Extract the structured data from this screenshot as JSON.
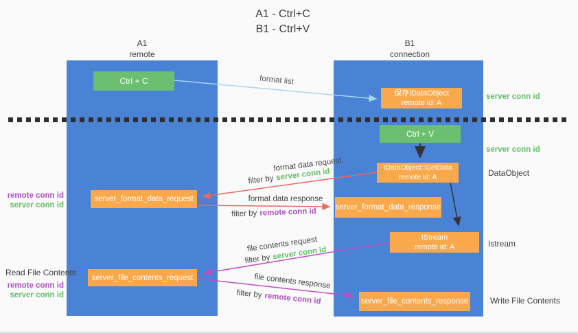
{
  "title": {
    "line1": "A1 - Ctrl+C",
    "line2": "B1 - Ctrl+V"
  },
  "lanes": {
    "left": {
      "name": "A1",
      "subtitle": "remote"
    },
    "right": {
      "name": "B1",
      "subtitle": "connection"
    }
  },
  "nodes": {
    "ctrl_c": {
      "label": "Ctrl + C"
    },
    "ctrl_v": {
      "label": "Ctrl + V"
    },
    "save_dataobject": {
      "line1": "保存IDataObject",
      "line2": "remote id: A"
    },
    "getdata": {
      "line1": "IDataObject::GetData",
      "line2": "remote id: A"
    },
    "istream": {
      "line1": "IStream",
      "line2": "remote id: A"
    },
    "server_format_data_request": {
      "label": "server_format_data_request"
    },
    "server_format_data_response": {
      "label": "server_format_data_response"
    },
    "server_file_contents_request": {
      "label": "server_file_contents_request"
    },
    "server_file_contents_response": {
      "label": "server_file_contents_response"
    }
  },
  "edge_labels": {
    "format_list": "format list",
    "format_data_request": "format data request",
    "format_data_response": "format data response",
    "file_contents_request": "file contents request",
    "file_contents_response": "file contents response",
    "filter_by": "filter by",
    "server_conn_id": "server conn id",
    "remote_conn_id": "remote conn id"
  },
  "side_labels": {
    "server_conn_id_top": "server conn id",
    "server_conn_id_mid": "server conn id",
    "dataobject": "DataObject",
    "istream": "Istream",
    "write_file_contents": "Write File Contents",
    "read_file_contents": "Read File Contents",
    "remote_conn_id": "remote conn id",
    "server_conn_id": "server conn id"
  },
  "colors": {
    "lane_blue": "#4a83d6",
    "node_orange": "#f9a94c",
    "node_green": "#6cbe71",
    "conn_id_green": "#62c167",
    "conn_id_purple": "#ae4fc0",
    "arrow_red": "#e96a5f",
    "arrow_magenta": "#c050c0",
    "arrow_light_blue": "#a9d4ef",
    "arrow_black": "#333333",
    "background": "#fafafa"
  }
}
